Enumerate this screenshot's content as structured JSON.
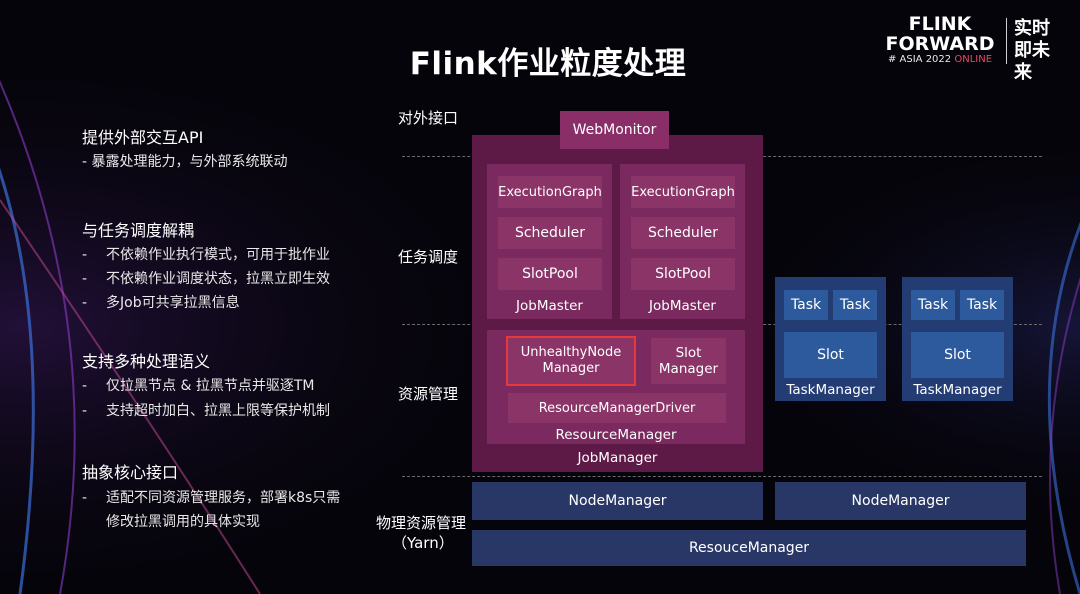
{
  "title": "Flink作业粒度处理",
  "logo": {
    "line1": "FLINK",
    "line2": "FORWARD",
    "prefix": "# ASIA 2022",
    "badge": "ONLINE",
    "cn": "实时即未来"
  },
  "left_sections": [
    {
      "heading": "提供外部交互API",
      "items": [
        "- 暴露处理能力，与外部系统联动"
      ]
    },
    {
      "heading": "与任务调度解耦",
      "items": [
        "不依赖作业执行模式，可用于批作业",
        "不依赖作业调度状态，拉黑立即生效",
        "多Job可共享拉黑信息"
      ]
    },
    {
      "heading": "支持多种处理语义",
      "items": [
        "仅拉黑节点 & 拉黑节点并驱逐TM",
        "支持超时加白、拉黑上限等保护机制"
      ]
    },
    {
      "heading": "抽象核心接口",
      "items": [
        "适配不同资源管理服务，部署k8s只需",
        "修改拉黑调用的具体实现"
      ]
    }
  ],
  "layers": {
    "external": "对外接口",
    "scheduling": "任务调度",
    "resource": "资源管理",
    "physical_line1": "物理资源管理",
    "physical_line2": "（Yarn）"
  },
  "diagram": {
    "web_monitor": "WebMonitor",
    "jobmasters": [
      {
        "graph": "ExecutionGraph",
        "scheduler": "Scheduler",
        "slotpool": "SlotPool",
        "label": "JobMaster"
      },
      {
        "graph": "ExecutionGraph",
        "scheduler": "Scheduler",
        "slotpool": "SlotPool",
        "label": "JobMaster"
      }
    ],
    "unhealthy_line1": "UnhealthyNode",
    "unhealthy_line2": "Manager",
    "slot_manager_line1": "Slot",
    "slot_manager_line2": "Manager",
    "rm_driver": "ResourceManagerDriver",
    "resource_manager": "ResourceManager",
    "job_manager": "JobManager",
    "taskmanagers": [
      {
        "task1": "Task",
        "task2": "Task",
        "slot": "Slot",
        "label": "TaskManager"
      },
      {
        "task1": "Task",
        "task2": "Task",
        "slot": "Slot",
        "label": "TaskManager"
      }
    ],
    "node_managers": [
      "NodeManager",
      "NodeManager"
    ],
    "resouce_manager": "ResouceManager"
  },
  "colors": {
    "jobmanager_bg": "#5e1a47",
    "component_bg": "#8a3468",
    "highlight_border": "#e8393a",
    "taskmanager_bg": "#243c74",
    "nodemanager_bg": "#283766"
  }
}
